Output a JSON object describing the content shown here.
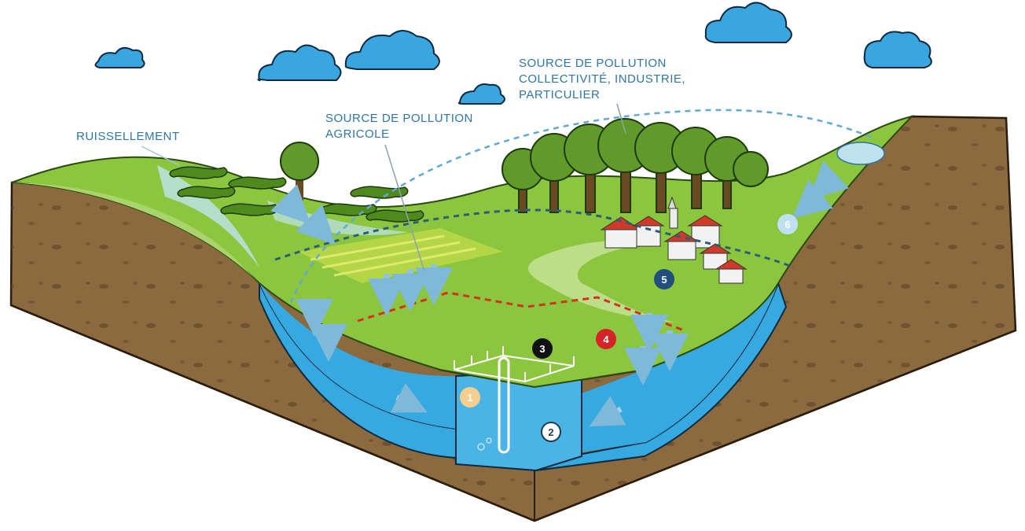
{
  "labels": {
    "runoff": "RUISSELLEMENT",
    "agri_line1": "SOURCE DE POLLUTION",
    "agri_line2": "AGRICOLE",
    "urban_line1": "SOURCE DE POLLUTION",
    "urban_line2": "COLLECTIVITÉ, INDUSTRIE,",
    "urban_line3": "PARTICULIER"
  },
  "markers": [
    {
      "id": "1",
      "fill": "#f6cf8e",
      "text_color": "#ffffff"
    },
    {
      "id": "2",
      "fill": "#ffffff",
      "text_color": "#1f3b57"
    },
    {
      "id": "3",
      "fill": "#111111",
      "text_color": "#ffffff"
    },
    {
      "id": "4",
      "fill": "#d5232a",
      "text_color": "#ffffff"
    },
    {
      "id": "5",
      "fill": "#1f4f7a",
      "text_color": "#ffffff"
    },
    {
      "id": "6",
      "fill": "#bfe1f3",
      "text_color": "#ffffff"
    }
  ],
  "colors": {
    "soil": "#8a6a3e",
    "grass": "#8cc63f",
    "water": "#36a9e1",
    "label_text": "#2f76a6",
    "protection_zone": "#d0331f"
  }
}
